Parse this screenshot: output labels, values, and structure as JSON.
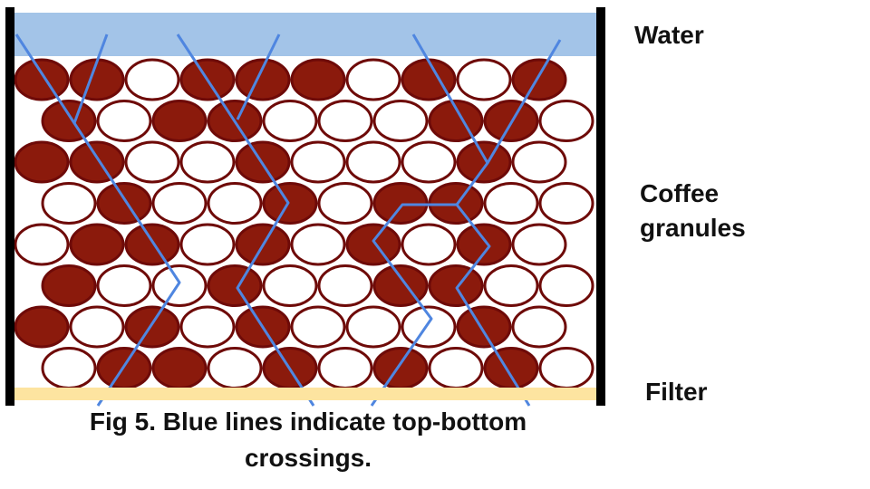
{
  "labels": {
    "water": "Water",
    "coffee_line1": "Coffee",
    "coffee_line2": "granules",
    "filter": "Filter"
  },
  "caption": {
    "line1": "Fig 5. Blue lines indicate top-bottom",
    "line2": "crossings."
  },
  "colors": {
    "water": "#a3c4e8",
    "filter": "#fde4a0",
    "wall": "#000000",
    "granule_dark": "#8b1a0c",
    "granule_light": "#ffffff",
    "granule_outline": "#6e0a08",
    "path": "#4f86e0"
  },
  "granule_grid": [
    "DDLDDDLDLD",
    "DLDDLLLDDL",
    "DDLLDLLLDL",
    "LDLLDLDDLL",
    "LDDLDLDLDL",
    "DLLDLLDDLL",
    "DLDLDLLLDL",
    "LDDLDLDLDL"
  ]
}
